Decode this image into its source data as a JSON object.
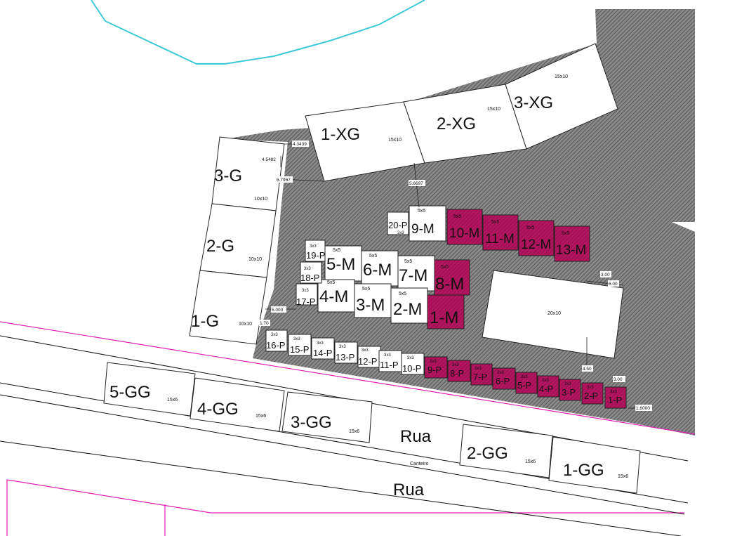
{
  "streets": {
    "upper": "Rua",
    "lower": "Rua",
    "median": "Canteiro"
  },
  "colors": {
    "reserved": "#b3155f",
    "hatch": "#6d6d6d",
    "water": "#3ec9d6",
    "boundary": "#e21fb5",
    "lot": "#ffffff"
  },
  "lots": {
    "xg1": {
      "name": "1-XG",
      "size": "15x10"
    },
    "xg2": {
      "name": "2-XG",
      "size": "15x10"
    },
    "xg3": {
      "name": "3-XG",
      "size": "15x10"
    },
    "g1": {
      "name": "1-G",
      "size": "10x10"
    },
    "g2": {
      "name": "2-G",
      "size": "10x10"
    },
    "g3": {
      "name": "3-G",
      "size": "10x10"
    },
    "m1": {
      "name": "1-M"
    },
    "m2": {
      "name": "2-M",
      "size": "5x5"
    },
    "m3": {
      "name": "3-M",
      "size": "5x5"
    },
    "m4": {
      "name": "4-M",
      "size": "5x5"
    },
    "m5": {
      "name": "5-M",
      "size": "5x5"
    },
    "m6": {
      "name": "6-M",
      "size": "5x5"
    },
    "m7": {
      "name": "7-M",
      "size": "5x5"
    },
    "m8": {
      "name": "8-M",
      "size": "5x5"
    },
    "m9": {
      "name": "9-M",
      "size": "5x5"
    },
    "m10": {
      "name": "10-M",
      "size": "5x5"
    },
    "m11": {
      "name": "11-M",
      "size": "5x5"
    },
    "m12": {
      "name": "12-M",
      "size": "5x5"
    },
    "m13": {
      "name": "13-M",
      "size": "5x5"
    },
    "p1": {
      "name": "1-P",
      "size": "3x3"
    },
    "p2": {
      "name": "2-P",
      "size": "3x3"
    },
    "p3": {
      "name": "3-P",
      "size": "3x3"
    },
    "p4": {
      "name": "4-P",
      "size": "3x3"
    },
    "p5": {
      "name": "5-P",
      "size": "3x3"
    },
    "p6": {
      "name": "6-P",
      "size": "3x3"
    },
    "p7": {
      "name": "7-P",
      "size": "3x3"
    },
    "p8": {
      "name": "8-P",
      "size": "3x3"
    },
    "p9": {
      "name": "9-P",
      "size": "3x3"
    },
    "p10": {
      "name": "10-P",
      "size": "3x3"
    },
    "p11": {
      "name": "11-P",
      "size": "3x3"
    },
    "p12": {
      "name": "12-P",
      "size": "3x3"
    },
    "p13": {
      "name": "13-P",
      "size": "3x3"
    },
    "p14": {
      "name": "14-P",
      "size": "3x3"
    },
    "p15": {
      "name": "15-P",
      "size": "3x3"
    },
    "p16": {
      "name": "16-P",
      "size": "3x3"
    },
    "p17": {
      "name": "17-P",
      "size": "3x3"
    },
    "p18": {
      "name": "18-P",
      "size": "3x3"
    },
    "p19": {
      "name": "19-P",
      "size": "3x3"
    },
    "p20": {
      "name": "20-P",
      "size": "3x3"
    },
    "gg1": {
      "name": "1-GG",
      "size": "15x6"
    },
    "gg2": {
      "name": "2-GG",
      "size": "15x6"
    },
    "gg3": {
      "name": "3-GG",
      "size": "15x6"
    },
    "gg4": {
      "name": "4-GG",
      "size": "15x6"
    },
    "gg5": {
      "name": "5-GG",
      "size": "15x6"
    },
    "big": {
      "size": "20x10"
    }
  },
  "dimensions": {
    "d1": "4.3439",
    "d2": "4.5482",
    "d3": "6.7967",
    "d4": "5.6697",
    "d5": "5.000",
    "d6": "1.70",
    "d7": "3.00",
    "d8": "6.00",
    "d9": "4.50",
    "d10": "3.00",
    "d11": "1.6000"
  }
}
